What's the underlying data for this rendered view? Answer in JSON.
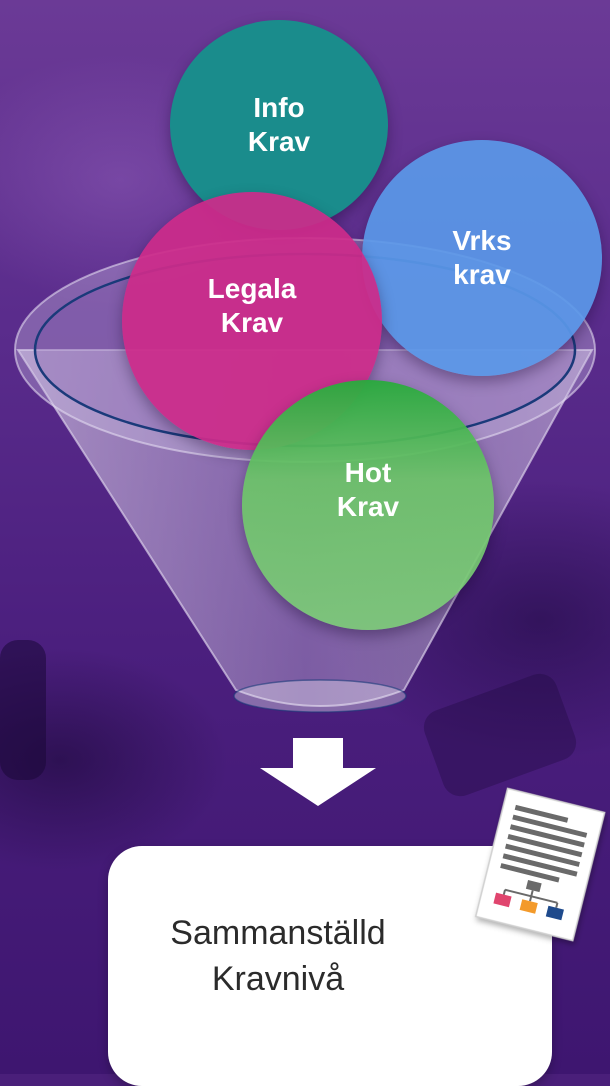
{
  "diagram": {
    "bubbles": [
      {
        "id": "info",
        "line1": "Info",
        "line2": "Krav",
        "color": "#1a8c8c"
      },
      {
        "id": "vrks",
        "line1": "Vrks",
        "line2": "krav",
        "color": "#5a98e8"
      },
      {
        "id": "legala",
        "line1": "Legala",
        "line2": "Krav",
        "color": "#cc2b8a"
      },
      {
        "id": "hot",
        "line1": "Hot",
        "line2": "Krav",
        "color": "#6cc468"
      }
    ],
    "result": {
      "line1": "Sammanställd",
      "line2": "Kravnivå"
    },
    "colors": {
      "background": "#4f2382",
      "funnel_rim": "#1a3a7a",
      "arrow": "#ffffff",
      "box": "#ffffff",
      "doc_accents": [
        "#e0456e",
        "#f39a2b",
        "#1e4a8c",
        "#6a6a6a"
      ]
    },
    "icons": [
      "down-arrow-icon",
      "document-org-chart-icon"
    ]
  }
}
